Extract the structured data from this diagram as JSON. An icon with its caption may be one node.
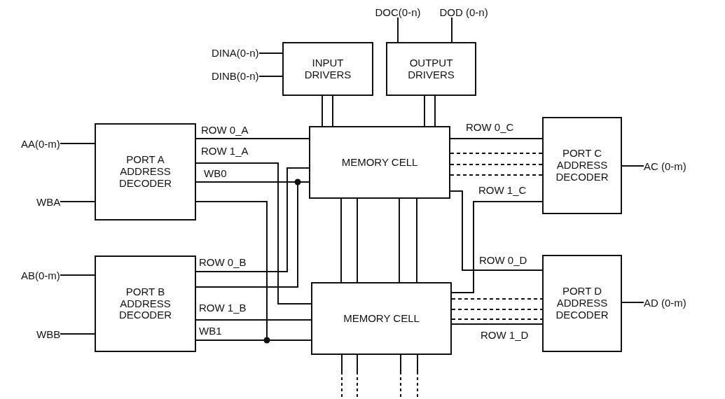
{
  "diagram": {
    "nodes": [
      {
        "text": [
          "DINA(0-n)"
        ]
      },
      {
        "text": [
          "DINB(0-n)"
        ]
      },
      {
        "text": [
          "DOC(0-n)"
        ]
      },
      {
        "text": [
          "DOD (0-n)"
        ]
      },
      {
        "text": [
          "INPUT DRIVERS"
        ]
      },
      {
        "text": [
          "OUTPUT DRIVERS"
        ]
      },
      {
        "text": [
          "AA(0-m)"
        ]
      },
      {
        "text": [
          "PORT A ADDRESS DECODER"
        ]
      },
      {
        "text": [
          "MEMORY CELL"
        ]
      },
      {
        "text": [
          "PORT C ADDRESS DECODER"
        ]
      },
      {
        "text": [
          "AC (0-m)"
        ]
      },
      {
        "text": [
          "WBA"
        ]
      },
      {
        "text": [
          "AB(0-m)"
        ]
      },
      {
        "text": [
          "PORT B ADDRESS DECODER"
        ]
      },
      {
        "text": [
          "MEMORY CELL"
        ]
      },
      {
        "text": [
          "PORT D ADDRESS DECODER"
        ]
      },
      {
        "text": [
          "AD (0-m)"
        ]
      },
      {
        "text": [
          "WBB"
        ]
      }
    ],
    "edges": [
      {
        "from": 0,
        "to": 4,
        "arrow": "none"
      },
      {
        "from": 1,
        "to": 4,
        "arrow": "none"
      },
      {
        "from": 5,
        "to": 2,
        "arrow": "none"
      },
      {
        "from": 5,
        "to": 3,
        "arrow": "none"
      },
      {
        "from": 6,
        "to": 7,
        "arrow": "none"
      },
      {
        "from": 11,
        "to": 7,
        "arrow": "none"
      },
      {
        "from": 12,
        "to": 13,
        "arrow": "none"
      },
      {
        "from": 17,
        "to": 13,
        "arrow": "none"
      },
      {
        "from": 10,
        "to": 9,
        "arrow": "none"
      },
      {
        "from": 16,
        "to": 15,
        "arrow": "none"
      },
      {
        "from": 7,
        "to": 8,
        "arrow": "none",
        "label": "ROW 0_A"
      },
      {
        "from": 7,
        "to": 14,
        "arrow": "none",
        "label": "ROW 1_A"
      },
      {
        "from": 7,
        "to": 8,
        "arrow": "none",
        "label": "WB0"
      },
      {
        "from": 7,
        "to": 14,
        "arrow": "none"
      },
      {
        "from": 13,
        "to": 8,
        "arrow": "none",
        "label": "ROW 0_B"
      },
      {
        "from": 13,
        "to": 8,
        "arrow": "none"
      },
      {
        "from": 13,
        "to": 14,
        "arrow": "none",
        "label": "ROW 1_B"
      },
      {
        "from": 13,
        "to": 14,
        "arrow": "none",
        "label": "WB1"
      },
      {
        "from": 8,
        "to": 9,
        "arrow": "none",
        "label": "ROW 0_C"
      },
      {
        "from": 8,
        "to": 9,
        "arrow": "none",
        "style": "dashed"
      },
      {
        "from": 8,
        "to": 9,
        "arrow": "none",
        "style": "dashed"
      },
      {
        "from": 8,
        "to": 9,
        "arrow": "none",
        "style": "dashed"
      },
      {
        "from": 14,
        "to": 9,
        "arrow": "none",
        "label": "ROW 1_C"
      },
      {
        "from": 8,
        "to": 15,
        "arrow": "none",
        "label": "ROW 0_D"
      },
      {
        "from": 14,
        "to": 15,
        "arrow": "none",
        "style": "dashed"
      },
      {
        "from": 14,
        "to": 15,
        "arrow": "none",
        "style": "dashed"
      },
      {
        "from": 14,
        "to": 15,
        "arrow": "none",
        "style": "dashed"
      },
      {
        "from": 14,
        "to": 15,
        "arrow": "none",
        "label": "ROW 1_D"
      },
      {
        "from": 4,
        "to": 8,
        "arrow": "none"
      },
      {
        "from": 4,
        "to": 8,
        "arrow": "none"
      },
      {
        "from": 5,
        "to": 8,
        "arrow": "none"
      },
      {
        "from": 5,
        "to": 8,
        "arrow": "none"
      },
      {
        "from": 8,
        "to": 14,
        "arrow": "none"
      },
      {
        "from": 8,
        "to": 14,
        "arrow": "none"
      },
      {
        "from": 8,
        "to": 14,
        "arrow": "none"
      },
      {
        "from": 8,
        "to": 14,
        "arrow": "none"
      },
      {
        "from": 14,
        "to": null,
        "arrow": "none",
        "style": "dashed"
      },
      {
        "from": 14,
        "to": null,
        "arrow": "none",
        "style": "dashed"
      },
      {
        "from": 14,
        "to": null,
        "arrow": "none",
        "style": "dashed"
      },
      {
        "from": 14,
        "to": null,
        "arrow": "none",
        "style": "dashed"
      }
    ]
  }
}
